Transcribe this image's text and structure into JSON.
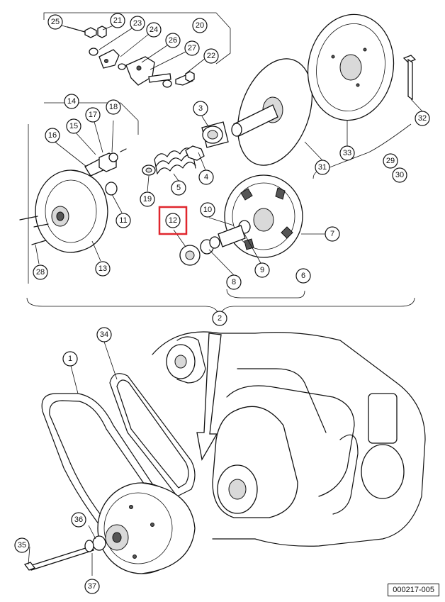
{
  "figure_id": "000217-005",
  "highlighted_callout": "12",
  "callouts": [
    {
      "label": "25"
    },
    {
      "label": "21"
    },
    {
      "label": "23"
    },
    {
      "label": "24"
    },
    {
      "label": "20"
    },
    {
      "label": "26"
    },
    {
      "label": "27"
    },
    {
      "label": "22"
    },
    {
      "label": "14"
    },
    {
      "label": "17"
    },
    {
      "label": "18"
    },
    {
      "label": "15"
    },
    {
      "label": "16"
    },
    {
      "label": "3"
    },
    {
      "label": "4"
    },
    {
      "label": "5"
    },
    {
      "label": "19"
    },
    {
      "label": "11"
    },
    {
      "label": "12"
    },
    {
      "label": "10"
    },
    {
      "label": "7"
    },
    {
      "label": "9"
    },
    {
      "label": "8"
    },
    {
      "label": "6"
    },
    {
      "label": "13"
    },
    {
      "label": "28"
    },
    {
      "label": "31"
    },
    {
      "label": "32"
    },
    {
      "label": "33"
    },
    {
      "label": "29"
    },
    {
      "label": "30"
    },
    {
      "label": "2"
    },
    {
      "label": "1"
    },
    {
      "label": "34"
    },
    {
      "label": "36"
    },
    {
      "label": "35"
    },
    {
      "label": "37"
    }
  ]
}
